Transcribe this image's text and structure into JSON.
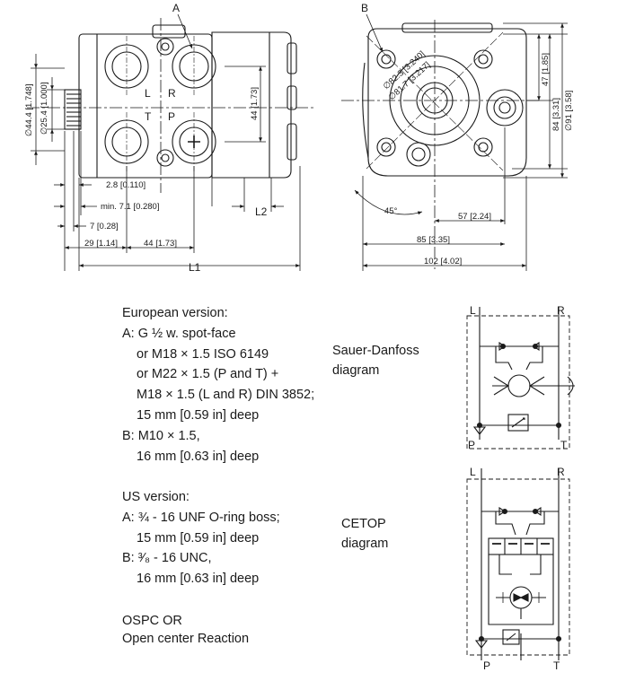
{
  "front_view": {
    "label_a": "A",
    "port_l": "L",
    "port_r": "R",
    "port_t": "T",
    "port_p": "P",
    "dim_dia_44_4": "∅44.4 [1.748]",
    "dim_dia_25_4": "∅25.4 [1.000]",
    "dim_44_vertical": "44 [1.73]",
    "dim_2_8": "2.8 [0.110]",
    "dim_min_7_1": "min. 7.1 [0.280]",
    "dim_7": "7 [0.28]",
    "dim_29": "29 [1.14]",
    "dim_44_horizontal": "44 [1.73]",
    "dim_l1": "L1",
    "dim_l2": "L2"
  },
  "side_view": {
    "label_b": "B",
    "dim_dia_82_3": "∅82.3 [3.240]",
    "dim_dia_81_7": "∅81.7 [3.217]",
    "dim_47": "47 [1.85]",
    "dim_84": "84 [3.31]",
    "dim_dia_91": "∅91 [3.58]",
    "dim_45deg": "45°",
    "dim_57": "57 [2.24]",
    "dim_85": "85 [3.35]",
    "dim_102": "102 [4.02]"
  },
  "european": {
    "title": "European version:",
    "lines": [
      "A: G ½ w. spot-face",
      "or M18 × 1.5 ISO 6149",
      "or M22 × 1.5 (P and T) +",
      "M18 × 1.5 (L and R) DIN 3852;",
      "15 mm [0.59 in] deep",
      "B: M10 × 1.5,",
      "16 mm [0.63 in] deep"
    ]
  },
  "us": {
    "title": "US version:",
    "lines": [
      "A: ¾ - 16 UNF O-ring boss;",
      "15 mm [0.59 in] deep",
      "B: ³⁄₈ - 16 UNC,",
      "16 mm [0.63 in] deep"
    ]
  },
  "ospc": {
    "line1": "OSPC OR",
    "line2": "Open center Reaction"
  },
  "sauer_diagram": {
    "caption_line1": "Sauer-Danfoss",
    "caption_line2": "diagram",
    "port_l": "L",
    "port_r": "R",
    "port_p": "P",
    "port_t": "T"
  },
  "cetop_diagram": {
    "caption_line1": "CETOP",
    "caption_line2": "diagram",
    "port_l": "L",
    "port_r": "R",
    "port_p": "P",
    "port_t": "T"
  }
}
